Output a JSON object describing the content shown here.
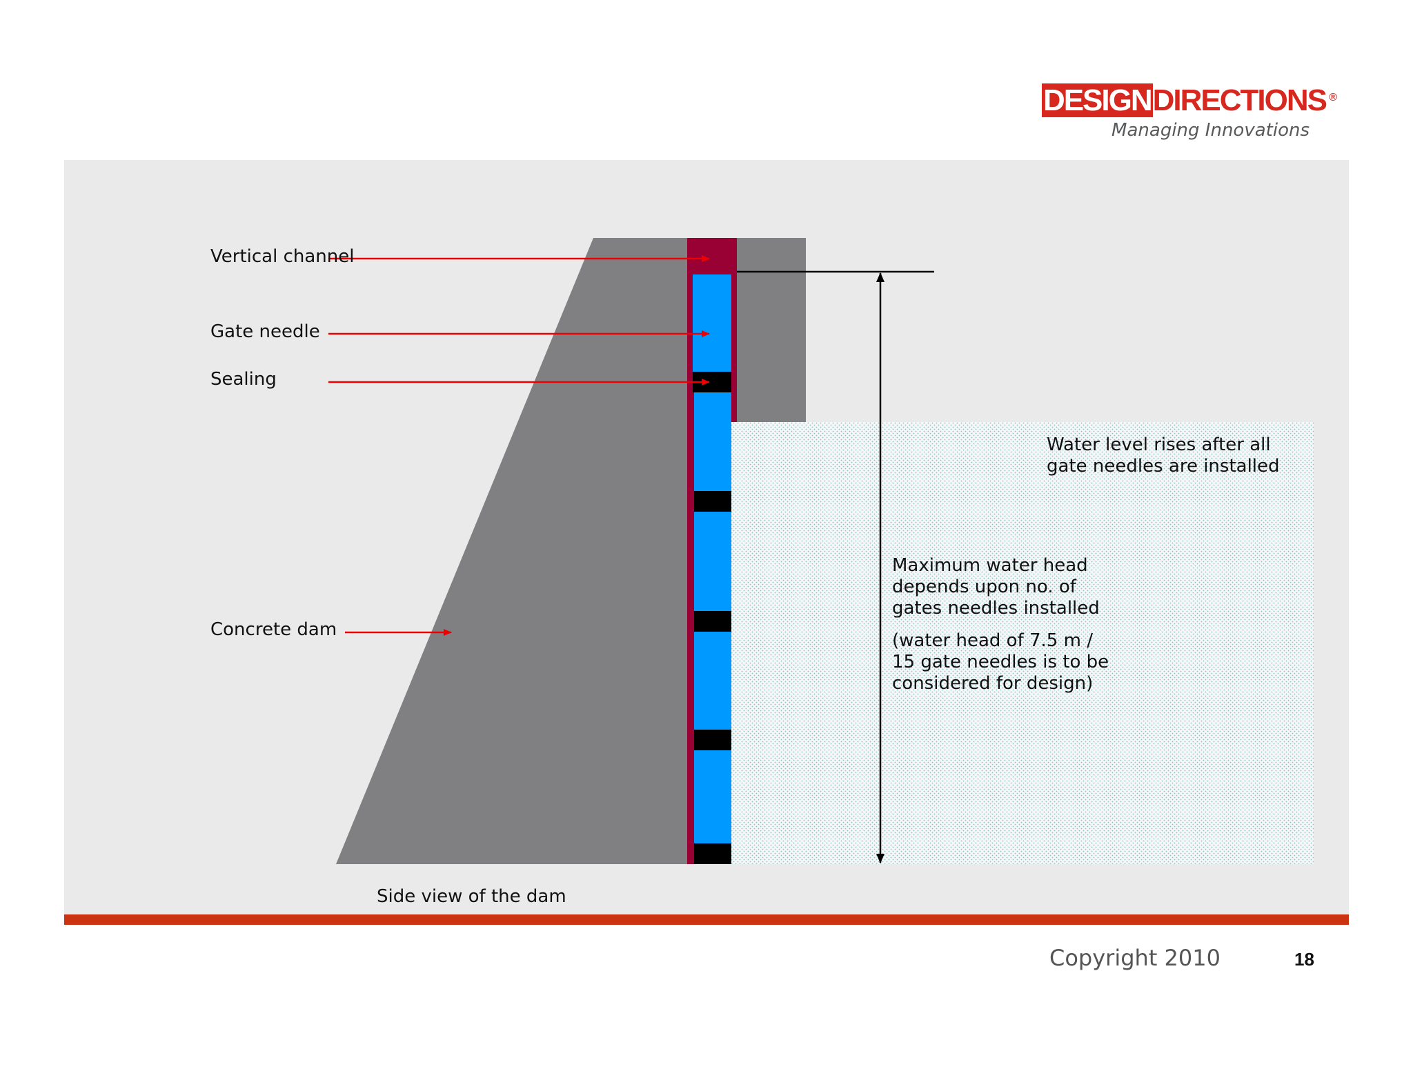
{
  "logo": {
    "boxed_text": "DESIGN",
    "text": "DIRECTIONS",
    "registered": "®",
    "tagline": "Managing Innovations"
  },
  "labels": {
    "vertical_channel": "Vertical channel",
    "gate_needle": "Gate needle",
    "sealing": "Sealing",
    "concrete_dam": "Concrete dam",
    "water_level_note": "Water level rises after all\ngate needles are installed",
    "max_head_note": "Maximum water head\ndepends upon no. of\ngates needles installed",
    "design_note": "(water head of 7.5 m /\n15 gate needles is to be\nconsidered for design)",
    "caption": "Side view of the dam"
  },
  "footer": {
    "copyright": "Copyright 2010",
    "page_number": "18"
  },
  "colors": {
    "brand_red": "#d7281f",
    "panel_gray": "#eaeaeb",
    "concrete": "#808082",
    "channel": "#990033",
    "gate_needle": "#0099ff",
    "sealing": "#000000",
    "water_dots": "#8fbfbf",
    "arrow_red": "#ee0000",
    "footer_bar": "#cc3311"
  }
}
